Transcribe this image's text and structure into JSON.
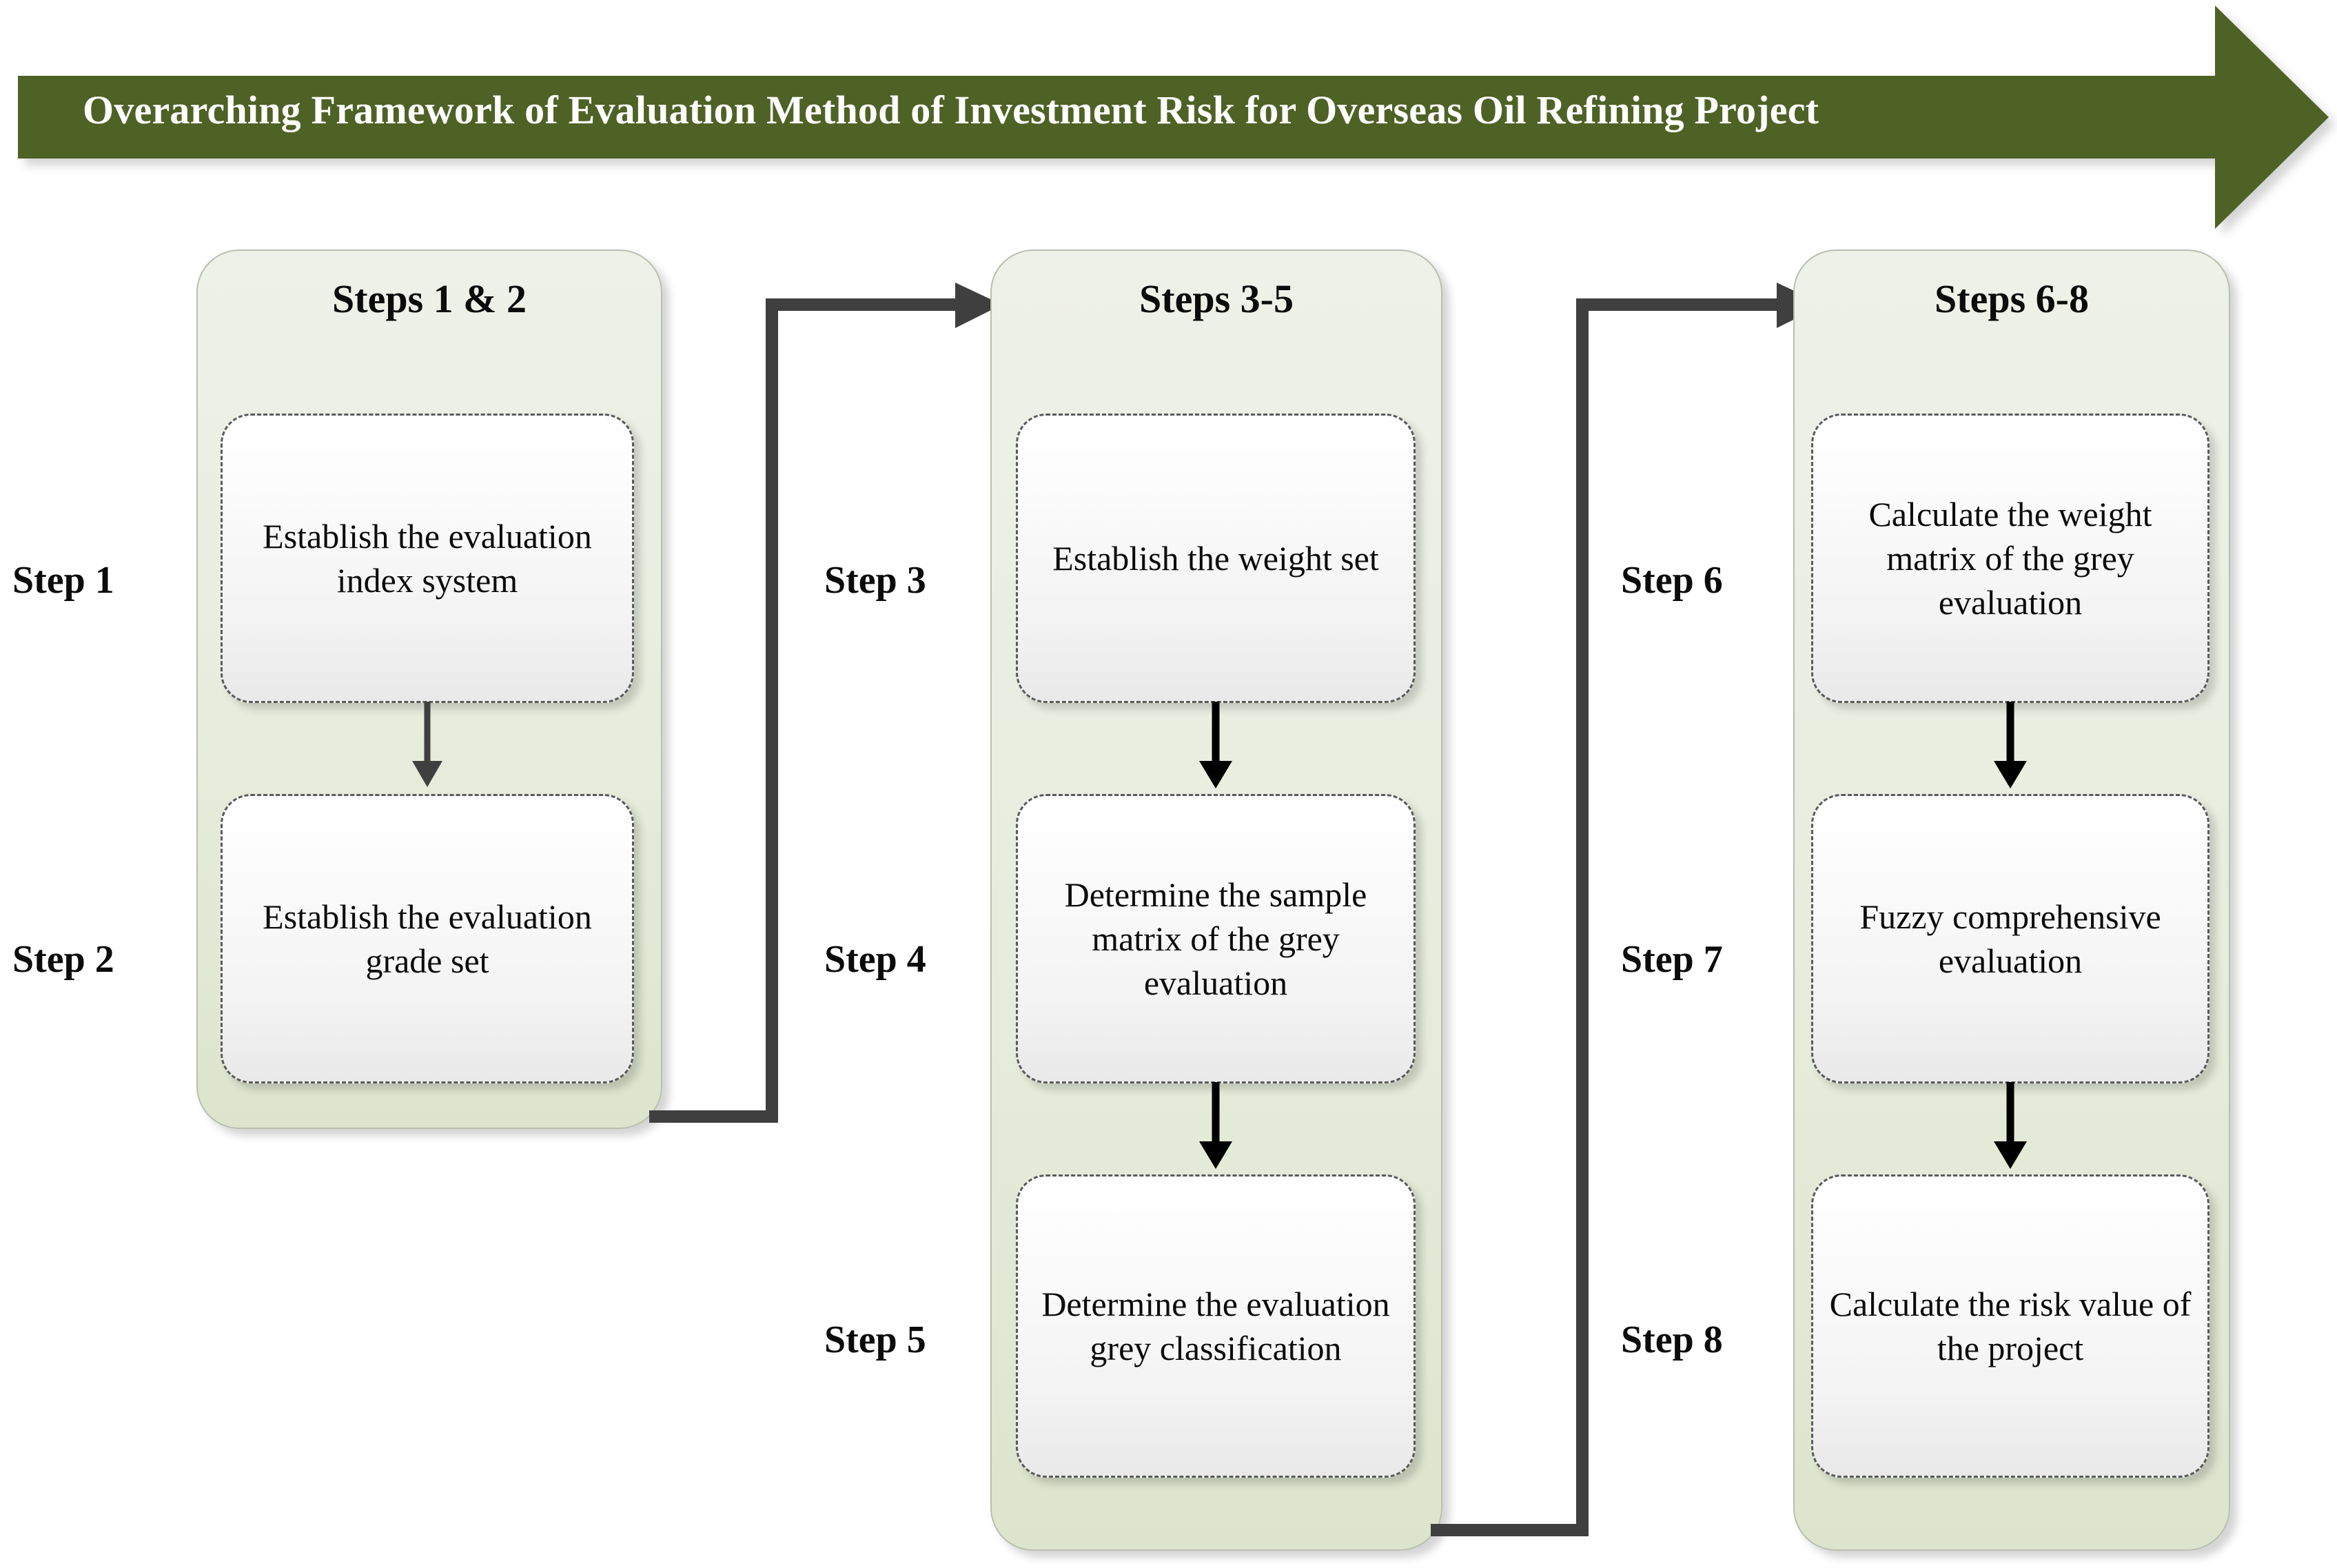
{
  "banner": {
    "title": "Overarching Framework of Evaluation Method of  Investment Risk for Overseas Oil Refining Project",
    "fill": "#4f6228",
    "text_color": "#ffffff"
  },
  "theme": {
    "panel_fill_top": "#eef1e8",
    "panel_fill_bottom": "#dde4cd",
    "panel_border": "#b9bfae",
    "node_border": "#5a5a5a",
    "arrow_color": "#3f3f3f",
    "text_color": "#0b0b0b"
  },
  "columns": [
    {
      "title": "Steps 1 & 2",
      "nodes": [
        {
          "step_label": "Step 1",
          "text": "Establish the evaluation index system"
        },
        {
          "step_label": "Step 2",
          "text": "Establish the evaluation grade set"
        }
      ]
    },
    {
      "title": "Steps 3-5",
      "nodes": [
        {
          "step_label": "Step 3",
          "text": "Establish the weight set"
        },
        {
          "step_label": "Step 4",
          "text": "Determine the sample matrix of the grey evaluation"
        },
        {
          "step_label": "Step 5",
          "text": "Determine the evaluation grey classification"
        }
      ]
    },
    {
      "title": "Steps 6-8",
      "nodes": [
        {
          "step_label": "Step 6",
          "text": "Calculate the weight matrix of the grey evaluation"
        },
        {
          "step_label": "Step 7",
          "text": "Fuzzy comprehensive evaluation"
        },
        {
          "step_label": "Step 8",
          "text": "Calculate the risk value of the project"
        }
      ]
    }
  ],
  "connectors": [
    {
      "name": "col1-to-col2",
      "from": "Steps 1 & 2",
      "to": "Steps 3-5"
    },
    {
      "name": "col2-to-col3",
      "from": "Steps 3-5",
      "to": "Steps 6-8"
    }
  ]
}
